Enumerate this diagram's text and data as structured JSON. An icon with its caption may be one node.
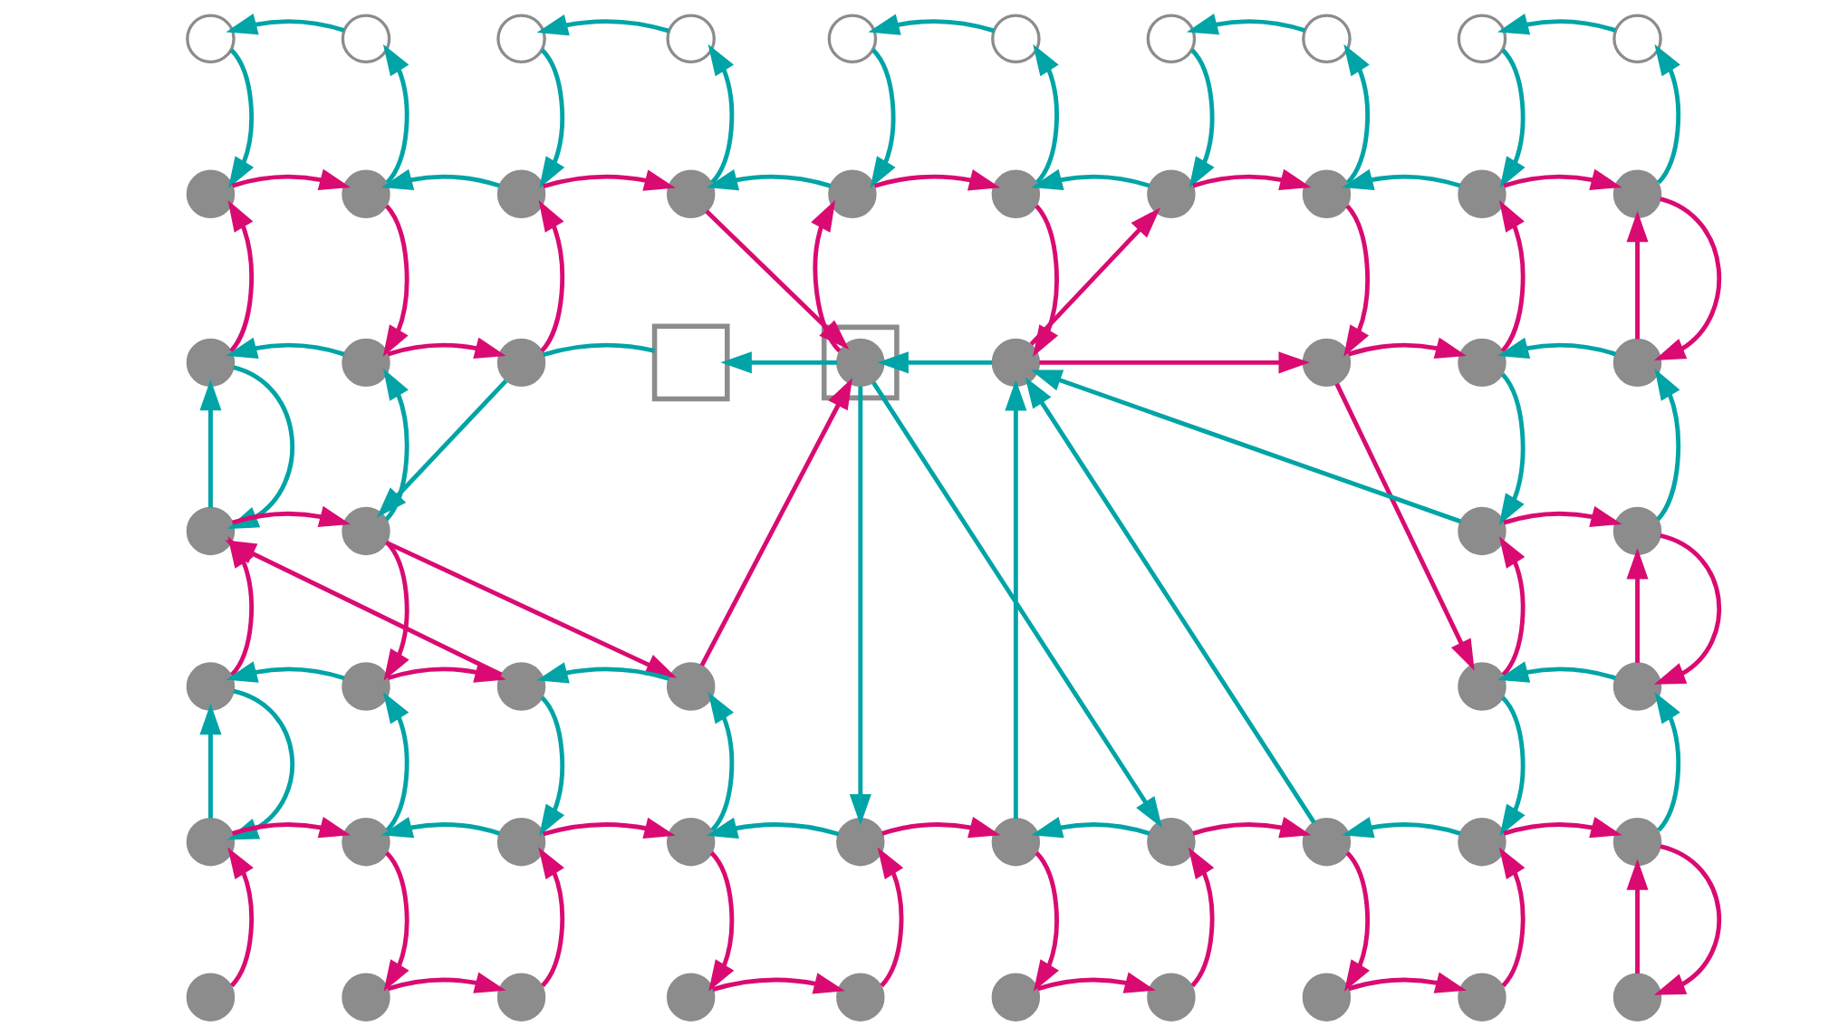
{
  "diagram": {
    "nodes": [
      {
        "text": [],
        "shape": "circle"
      },
      {
        "text": [],
        "shape": "circle"
      },
      {
        "text": [],
        "shape": "circle"
      },
      {
        "text": [],
        "shape": "circle"
      },
      {
        "text": [],
        "shape": "circle"
      },
      {
        "text": [],
        "shape": "circle"
      },
      {
        "text": [],
        "shape": "circle"
      },
      {
        "text": [],
        "shape": "circle"
      },
      {
        "text": [],
        "shape": "circle"
      },
      {
        "text": [],
        "shape": "circle"
      },
      {
        "text": [],
        "shape": "circle"
      },
      {
        "text": [],
        "shape": "circle"
      },
      {
        "text": [],
        "shape": "circle"
      },
      {
        "text": [],
        "shape": "circle"
      },
      {
        "text": [],
        "shape": "circle"
      },
      {
        "text": [],
        "shape": "circle"
      },
      {
        "text": [],
        "shape": "circle"
      },
      {
        "text": [],
        "shape": "circle"
      },
      {
        "text": [],
        "shape": "circle"
      },
      {
        "text": [],
        "shape": "circle"
      },
      {
        "text": [],
        "shape": "circle"
      },
      {
        "text": [],
        "shape": "circle"
      },
      {
        "text": [],
        "shape": "circle"
      },
      {
        "text": [],
        "shape": "box"
      },
      {
        "text": [],
        "shape": "box"
      },
      {
        "text": [],
        "shape": "circle",
        "in": 24
      },
      {
        "text": [],
        "shape": "circle"
      },
      {
        "text": [],
        "shape": "circle"
      },
      {
        "text": [],
        "shape": "circle"
      },
      {
        "text": [],
        "shape": "circle"
      },
      {
        "text": [],
        "shape": "circle"
      },
      {
        "text": [],
        "shape": "circle"
      },
      {
        "text": [],
        "shape": "circle"
      },
      {
        "text": [],
        "shape": "circle"
      },
      {
        "text": [],
        "shape": "circle"
      },
      {
        "text": [],
        "shape": "circle"
      },
      {
        "text": [],
        "shape": "circle"
      },
      {
        "text": [],
        "shape": "circle"
      },
      {
        "text": [],
        "shape": "circle"
      },
      {
        "text": [],
        "shape": "circle"
      },
      {
        "text": [],
        "shape": "circle"
      },
      {
        "text": [],
        "shape": "circle"
      },
      {
        "text": [],
        "shape": "circle"
      },
      {
        "text": [],
        "shape": "circle"
      },
      {
        "text": [],
        "shape": "circle"
      },
      {
        "text": [],
        "shape": "circle"
      },
      {
        "text": [],
        "shape": "circle"
      },
      {
        "text": [],
        "shape": "circle"
      },
      {
        "text": [],
        "shape": "circle"
      },
      {
        "text": [],
        "shape": "circle"
      },
      {
        "text": [],
        "shape": "circle"
      },
      {
        "text": [],
        "shape": "circle"
      },
      {
        "text": [],
        "shape": "circle"
      },
      {
        "text": [],
        "shape": "circle"
      },
      {
        "text": [],
        "shape": "circle"
      },
      {
        "text": [],
        "shape": "circle"
      },
      {
        "text": [],
        "shape": "circle"
      },
      {
        "text": [],
        "shape": "circle"
      },
      {
        "text": [],
        "shape": "circle"
      },
      {
        "text": [],
        "shape": "circle"
      }
    ],
    "edges": [
      {
        "from": 1,
        "to": 0,
        "arrow": "to",
        "color": "#00a4a6"
      },
      {
        "from": 3,
        "to": 2,
        "arrow": "to",
        "color": "#00a4a6"
      },
      {
        "from": 5,
        "to": 4,
        "arrow": "to",
        "color": "#00a4a6"
      },
      {
        "from": 7,
        "to": 6,
        "arrow": "to",
        "color": "#00a4a6"
      },
      {
        "from": 9,
        "to": 8,
        "arrow": "to",
        "color": "#00a4a6"
      },
      {
        "from": 0,
        "to": 10,
        "arrow": "to",
        "color": "#00a4a6"
      },
      {
        "from": 11,
        "to": 1,
        "arrow": "to",
        "color": "#00a4a6"
      },
      {
        "from": 2,
        "to": 12,
        "arrow": "to",
        "color": "#00a4a6"
      },
      {
        "from": 13,
        "to": 3,
        "arrow": "to",
        "color": "#00a4a6"
      },
      {
        "from": 4,
        "to": 14,
        "arrow": "to",
        "color": "#00a4a6"
      },
      {
        "from": 15,
        "to": 5,
        "arrow": "to",
        "color": "#00a4a6"
      },
      {
        "from": 6,
        "to": 16,
        "arrow": "to",
        "color": "#00a4a6"
      },
      {
        "from": 17,
        "to": 7,
        "arrow": "to",
        "color": "#00a4a6"
      },
      {
        "from": 8,
        "to": 18,
        "arrow": "to",
        "color": "#00a4a6"
      },
      {
        "from": 19,
        "to": 9,
        "arrow": "to",
        "color": "#00a4a6"
      },
      {
        "from": 10,
        "to": 11,
        "arrow": "to",
        "color": "#d90b72"
      },
      {
        "from": 12,
        "to": 11,
        "arrow": "to",
        "color": "#00a4a6"
      },
      {
        "from": 12,
        "to": 13,
        "arrow": "to",
        "color": "#d90b72"
      },
      {
        "from": 14,
        "to": 13,
        "arrow": "to",
        "color": "#00a4a6"
      },
      {
        "from": 14,
        "to": 15,
        "arrow": "to",
        "color": "#d90b72"
      },
      {
        "from": 16,
        "to": 15,
        "arrow": "to",
        "color": "#00a4a6"
      },
      {
        "from": 16,
        "to": 17,
        "arrow": "to",
        "color": "#d90b72"
      },
      {
        "from": 18,
        "to": 17,
        "arrow": "to",
        "color": "#00a4a6"
      },
      {
        "from": 18,
        "to": 19,
        "arrow": "to",
        "color": "#d90b72"
      },
      {
        "from": 29,
        "to": 19,
        "arrow": "to",
        "color": "#d90b72"
      },
      {
        "from": 20,
        "to": 10,
        "arrow": "to",
        "color": "#d90b72"
      },
      {
        "from": 11,
        "to": 21,
        "arrow": "to",
        "color": "#d90b72"
      },
      {
        "from": 22,
        "to": 12,
        "arrow": "to",
        "color": "#d90b72"
      },
      {
        "from": 13,
        "to": 25,
        "arrow": "to",
        "color": "#d90b72"
      },
      {
        "from": 25,
        "to": 14,
        "arrow": "to",
        "color": "#d90b72"
      },
      {
        "from": 15,
        "to": 26,
        "arrow": "to",
        "color": "#d90b72"
      },
      {
        "from": 26,
        "to": 16,
        "arrow": "to",
        "color": "#d90b72"
      },
      {
        "from": 17,
        "to": 27,
        "arrow": "to",
        "color": "#d90b72"
      },
      {
        "from": 28,
        "to": 18,
        "arrow": "to",
        "color": "#d90b72"
      },
      {
        "from": 19,
        "to": 29,
        "arrow": "to",
        "color": "#d90b72"
      },
      {
        "from": 30,
        "to": 20,
        "arrow": "to",
        "color": "#00a4a6"
      },
      {
        "from": 21,
        "to": 20,
        "arrow": "to",
        "color": "#00a4a6"
      },
      {
        "from": 21,
        "to": 22,
        "arrow": "to",
        "color": "#d90b72"
      },
      {
        "from": 25,
        "to": 23,
        "arrow": "to",
        "color": "#00a4a6"
      },
      {
        "from": 23,
        "to": 22,
        "arrow": "none",
        "color": "#00a4a6"
      },
      {
        "from": 26,
        "to": 25,
        "arrow": "to",
        "color": "#00a4a6"
      },
      {
        "from": 26,
        "to": 27,
        "arrow": "to",
        "color": "#d90b72"
      },
      {
        "from": 27,
        "to": 28,
        "arrow": "to",
        "color": "#d90b72"
      },
      {
        "from": 29,
        "to": 28,
        "arrow": "to",
        "color": "#00a4a6"
      },
      {
        "from": 22,
        "to": 31,
        "arrow": "to",
        "color": "#00a4a6"
      },
      {
        "from": 37,
        "to": 25,
        "arrow": "to",
        "color": "#d90b72"
      },
      {
        "from": 25,
        "to": 44,
        "arrow": "to",
        "color": "#00a4a6"
      },
      {
        "from": 25,
        "to": 46,
        "arrow": "to",
        "color": "#00a4a6"
      },
      {
        "from": 45,
        "to": 26,
        "arrow": "to",
        "color": "#00a4a6"
      },
      {
        "from": 47,
        "to": 26,
        "arrow": "to",
        "color": "#00a4a6"
      },
      {
        "from": 32,
        "to": 26,
        "arrow": "to",
        "color": "#00a4a6"
      },
      {
        "from": 27,
        "to": 38,
        "arrow": "to",
        "color": "#d90b72"
      },
      {
        "from": 20,
        "to": 30,
        "arrow": "to",
        "color": "#00a4a6"
      },
      {
        "from": 31,
        "to": 21,
        "arrow": "to",
        "color": "#00a4a6"
      },
      {
        "from": 28,
        "to": 32,
        "arrow": "to",
        "color": "#00a4a6"
      },
      {
        "from": 33,
        "to": 29,
        "arrow": "to",
        "color": "#00a4a6"
      },
      {
        "from": 30,
        "to": 31,
        "arrow": "to",
        "color": "#d90b72"
      },
      {
        "from": 31,
        "to": 37,
        "arrow": "to",
        "color": "#d90b72"
      },
      {
        "from": 36,
        "to": 30,
        "arrow": "to",
        "color": "#d90b72"
      },
      {
        "from": 32,
        "to": 33,
        "arrow": "to",
        "color": "#d90b72"
      },
      {
        "from": 39,
        "to": 33,
        "arrow": "to",
        "color": "#d90b72"
      },
      {
        "from": 34,
        "to": 30,
        "arrow": "to",
        "color": "#d90b72"
      },
      {
        "from": 31,
        "to": 35,
        "arrow": "to",
        "color": "#d90b72"
      },
      {
        "from": 38,
        "to": 32,
        "arrow": "to",
        "color": "#d90b72"
      },
      {
        "from": 33,
        "to": 39,
        "arrow": "to",
        "color": "#d90b72"
      },
      {
        "from": 40,
        "to": 34,
        "arrow": "to",
        "color": "#00a4a6"
      },
      {
        "from": 35,
        "to": 34,
        "arrow": "to",
        "color": "#00a4a6"
      },
      {
        "from": 35,
        "to": 36,
        "arrow": "to",
        "color": "#d90b72"
      },
      {
        "from": 37,
        "to": 36,
        "arrow": "to",
        "color": "#00a4a6"
      },
      {
        "from": 39,
        "to": 38,
        "arrow": "to",
        "color": "#00a4a6"
      },
      {
        "from": 34,
        "to": 40,
        "arrow": "to",
        "color": "#00a4a6"
      },
      {
        "from": 41,
        "to": 35,
        "arrow": "to",
        "color": "#00a4a6"
      },
      {
        "from": 36,
        "to": 42,
        "arrow": "to",
        "color": "#00a4a6"
      },
      {
        "from": 43,
        "to": 37,
        "arrow": "to",
        "color": "#00a4a6"
      },
      {
        "from": 38,
        "to": 48,
        "arrow": "to",
        "color": "#00a4a6"
      },
      {
        "from": 49,
        "to": 39,
        "arrow": "to",
        "color": "#00a4a6"
      },
      {
        "from": 40,
        "to": 41,
        "arrow": "to",
        "color": "#d90b72"
      },
      {
        "from": 42,
        "to": 41,
        "arrow": "to",
        "color": "#00a4a6"
      },
      {
        "from": 42,
        "to": 43,
        "arrow": "to",
        "color": "#d90b72"
      },
      {
        "from": 44,
        "to": 43,
        "arrow": "to",
        "color": "#00a4a6"
      },
      {
        "from": 44,
        "to": 45,
        "arrow": "to",
        "color": "#d90b72"
      },
      {
        "from": 46,
        "to": 45,
        "arrow": "to",
        "color": "#00a4a6"
      },
      {
        "from": 46,
        "to": 47,
        "arrow": "to",
        "color": "#d90b72"
      },
      {
        "from": 48,
        "to": 47,
        "arrow": "to",
        "color": "#00a4a6"
      },
      {
        "from": 48,
        "to": 49,
        "arrow": "to",
        "color": "#d90b72"
      },
      {
        "from": 59,
        "to": 49,
        "arrow": "to",
        "color": "#d90b72"
      },
      {
        "from": 50,
        "to": 40,
        "arrow": "to",
        "color": "#d90b72"
      },
      {
        "from": 41,
        "to": 51,
        "arrow": "to",
        "color": "#d90b72"
      },
      {
        "from": 52,
        "to": 42,
        "arrow": "to",
        "color": "#d90b72"
      },
      {
        "from": 43,
        "to": 53,
        "arrow": "to",
        "color": "#d90b72"
      },
      {
        "from": 54,
        "to": 44,
        "arrow": "to",
        "color": "#d90b72"
      },
      {
        "from": 45,
        "to": 55,
        "arrow": "to",
        "color": "#d90b72"
      },
      {
        "from": 56,
        "to": 46,
        "arrow": "to",
        "color": "#d90b72"
      },
      {
        "from": 47,
        "to": 57,
        "arrow": "to",
        "color": "#d90b72"
      },
      {
        "from": 58,
        "to": 48,
        "arrow": "to",
        "color": "#d90b72"
      },
      {
        "from": 49,
        "to": 59,
        "arrow": "to",
        "color": "#d90b72"
      },
      {
        "from": 51,
        "to": 52,
        "arrow": "to",
        "color": "#d90b72"
      },
      {
        "from": 53,
        "to": 54,
        "arrow": "to",
        "color": "#d90b72"
      },
      {
        "from": 55,
        "to": 56,
        "arrow": "to",
        "color": "#d90b72"
      },
      {
        "from": 57,
        "to": 58,
        "arrow": "to",
        "color": "#d90b72"
      }
    ]
  }
}
